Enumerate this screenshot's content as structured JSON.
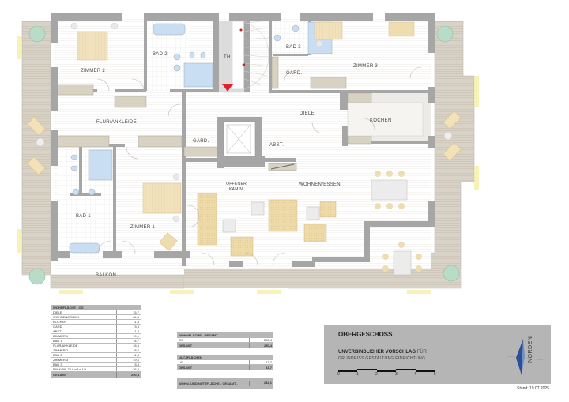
{
  "plan": {
    "rooms": {
      "zimmer2": "ZIMMER 2",
      "bad2": "BAD 2",
      "th": "TH",
      "bad3": "BAD 3",
      "zimmer3": "ZIMMER 3",
      "gard_top": "GARD.",
      "flur": "FLUR/ANKLEIDE",
      "diele": "DIELE",
      "kochen": "KOCHEN",
      "gard_mid": "GARD.",
      "abst": "ABST.",
      "kamin1": "OFFENER",
      "kamin2": "KAMIN",
      "wohnen": "WOHNEN/ESSEN",
      "bad1": "BAD 1",
      "zimmer1": "ZIMMER 1",
      "balkon": "BALKON"
    },
    "colors": {
      "wall": "#a6a6a6",
      "deck": "#d7d0c4",
      "tile_blue": "#c9def2",
      "furniture": "#efdcb0",
      "wardrobe": "#d8d2c3",
      "plant": "#b9dcc8",
      "arrow": "#e0202a"
    }
  },
  "wohnflaeche": {
    "header": "WOHNFLÄCHE - OG -",
    "rows": [
      {
        "label": "DIELE",
        "value": "15,7"
      },
      {
        "label": "WOHNEN/ESSEN",
        "value": "84,6"
      },
      {
        "label": "KOCHEN",
        "value": "11,8"
      },
      {
        "label": "GARD.",
        "value": "5,5"
      },
      {
        "label": "ABST.",
        "value": "1,8"
      },
      {
        "label": "ZIMMER 1",
        "value": "19,1"
      },
      {
        "label": "BAD 1",
        "value": "14,7"
      },
      {
        "label": "FLUR/ANKLEIDE",
        "value": "16,6"
      },
      {
        "label": "ZIMMER 2",
        "value": "18,0"
      },
      {
        "label": "BAD 2",
        "value": "11,6"
      },
      {
        "label": "ZIMMER 3",
        "value": "19,6"
      },
      {
        "label": "BAD 3",
        "value": "5,5"
      },
      {
        "label": "BALKON: 78,9 m² x 1/3",
        "value": "26,3"
      }
    ],
    "total_label": "GESAMT",
    "total_value": "250,4"
  },
  "gesamt": {
    "header": "WOHNFLÄCHE - GESAMT -",
    "og_label": "OG",
    "og_value": "250,4",
    "total_label": "GESAMT",
    "total_value": "250,4"
  },
  "nutzflaechen": {
    "header": "NUTZFLÄCHEN",
    "ug_label": "UG",
    "ug_value": "13,7",
    "total_label": "GESAMT",
    "total_value": "13,7"
  },
  "wohn_nutz": {
    "label": "WOHN- UND NUTZFLÄCHE - GESAMT -",
    "value": "244,1"
  },
  "info": {
    "title": "OBERGESCHOSS",
    "subtitle_bold": "UNVERBINDLICHER VORSCHLAG",
    "subtitle_rest": "FÜR",
    "line3": "GRUNDRISS  GESTALTUNG  EINRICHTUNG",
    "scale": [
      "0",
      "1",
      "2",
      "3",
      "4",
      "5"
    ],
    "north": "NORDEN",
    "stand": "Stand: 19.07.2025"
  }
}
